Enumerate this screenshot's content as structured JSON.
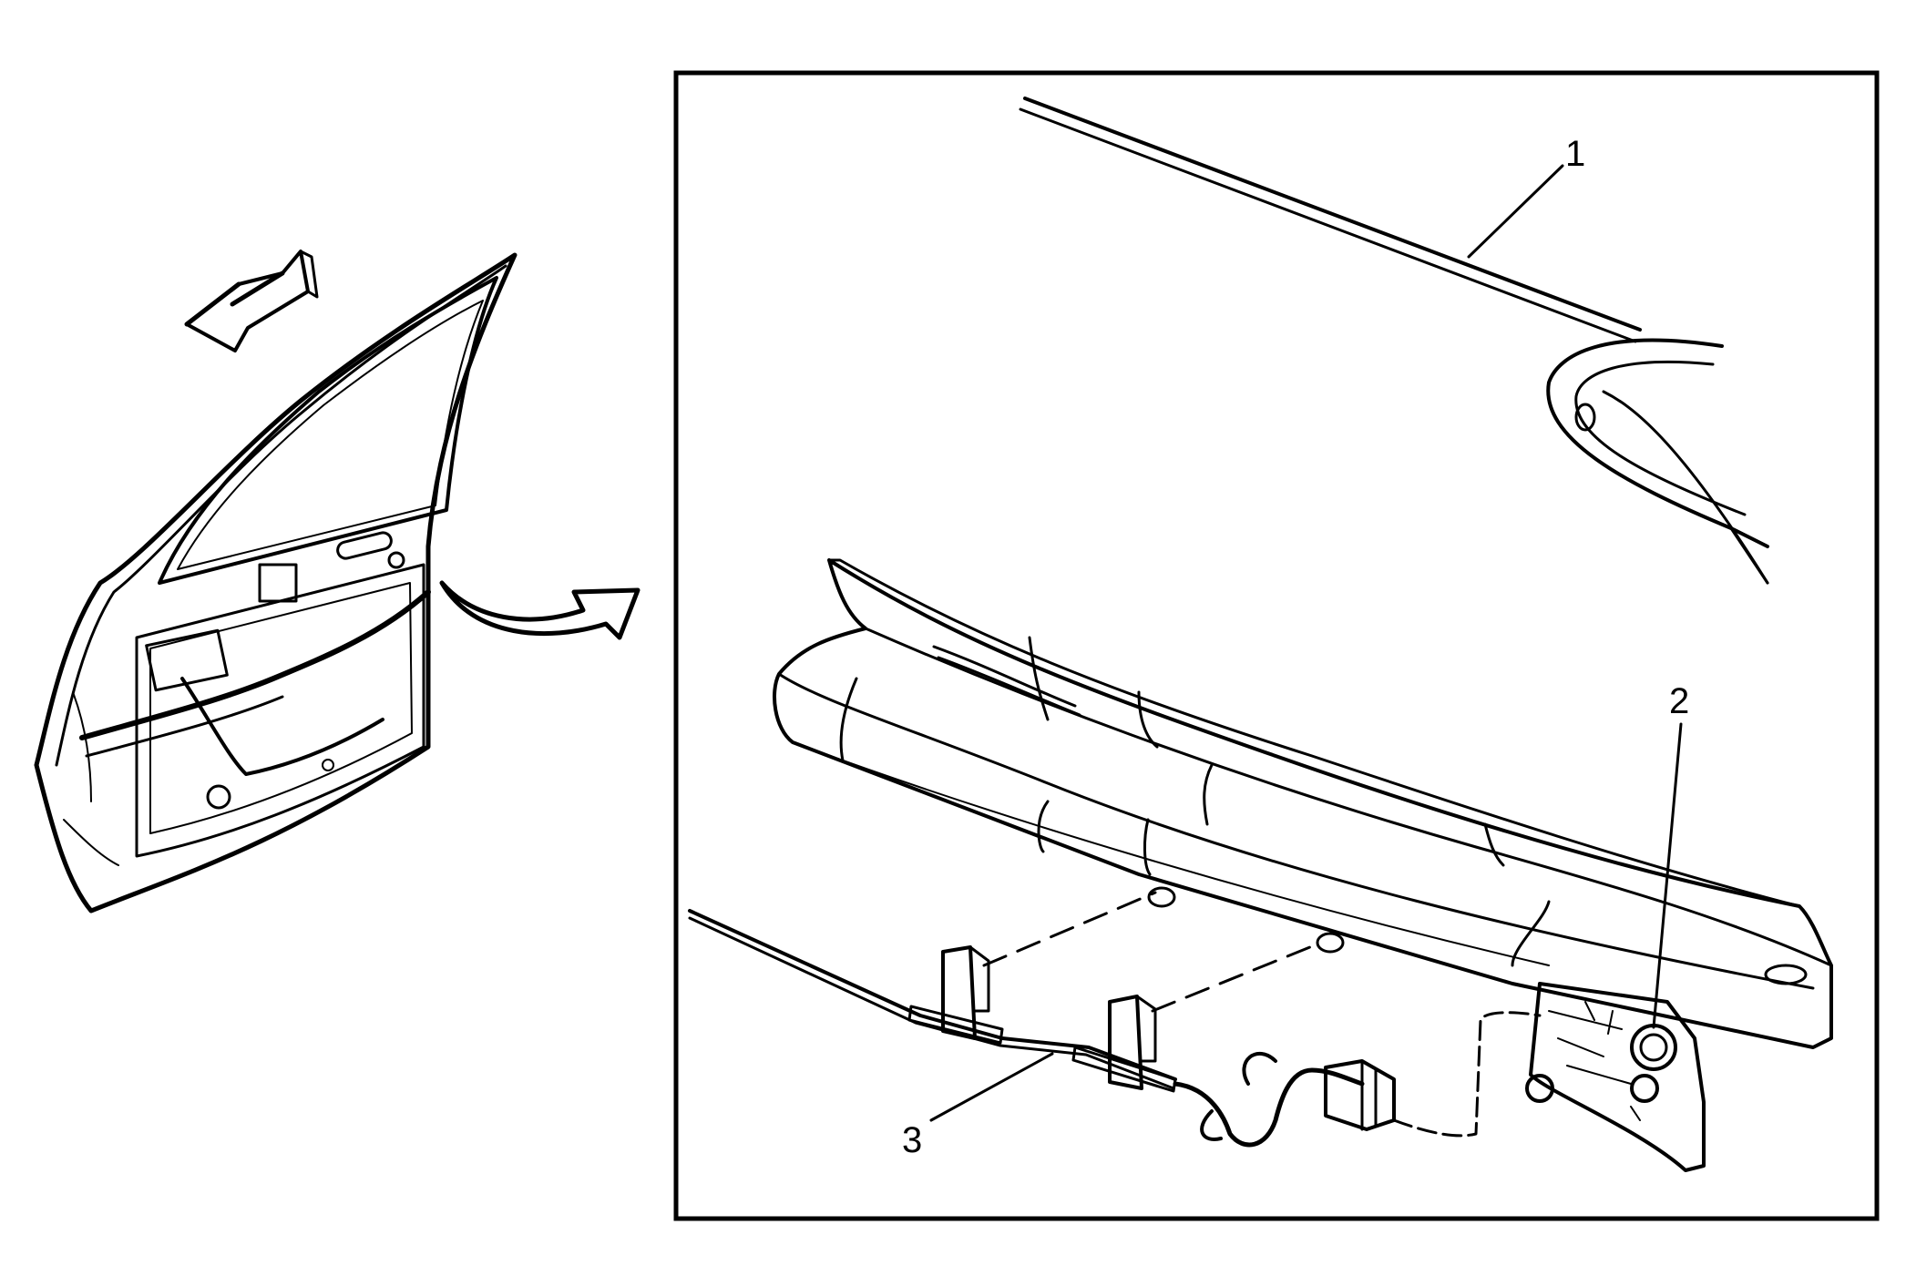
{
  "diagram": {
    "callouts": [
      {
        "id": "1",
        "label": "1"
      },
      {
        "id": "2",
        "label": "2"
      },
      {
        "id": "3",
        "label": "3"
      }
    ],
    "icons": {
      "direction_arrow": "front-direction-arrow-icon",
      "zoom_arrow": "curved-zoom-arrow-icon"
    },
    "colors": {
      "line": "#000000",
      "background": "#ffffff"
    }
  }
}
